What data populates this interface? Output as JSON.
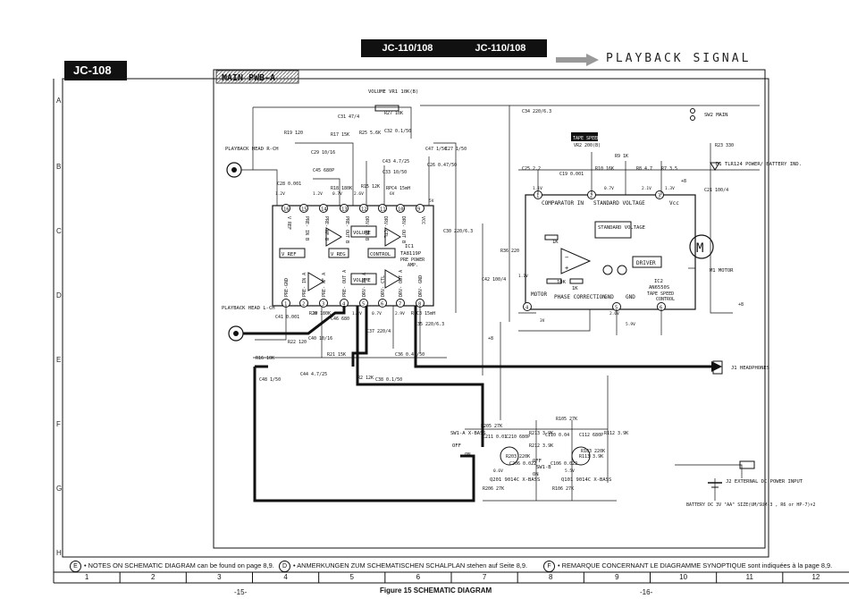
{
  "header": {
    "tab_left": "JC-110/108",
    "tab_right": "JC-110/108",
    "model": "JC-108",
    "section_title": "PLAYBACK SIGNAL",
    "board_label": "MAIN PWB-A"
  },
  "rows": [
    "A",
    "B",
    "C",
    "D",
    "E",
    "F",
    "G",
    "H"
  ],
  "columns": [
    "1",
    "2",
    "3",
    "4",
    "5",
    "6",
    "7",
    "8",
    "9",
    "10",
    "11",
    "12"
  ],
  "notes": {
    "en_mark": "E",
    "en": "• NOTES ON SCHEMATIC DIAGRAM can be found on page 8,9.",
    "de_mark": "D",
    "de": "• ANMERKUNGEN ZUM SCHEMATISCHEN SCHALPLAN stehen auf Seite 8,9.",
    "fr_mark": "F",
    "fr": "• REMARQUE CONCERNANT LE DIAGRAMME SYNOPTIQUE sont indiquées à la page 8,9."
  },
  "footer": {
    "page_left": "-15-",
    "caption": "Figure 15 SCHEMATIC DIAGRAM",
    "page_right": "-16-"
  },
  "ic1": {
    "name": "IC1",
    "part": "TA8119P",
    "desc1": "PRE POWER",
    "desc2": "AMP.",
    "top_pins": [
      "16",
      "15",
      "14",
      "13",
      "12",
      "11",
      "10",
      "9"
    ],
    "bottom_pins": [
      "1",
      "2",
      "3",
      "4",
      "5",
      "6",
      "7",
      "8"
    ],
    "top_labels": [
      "V REF",
      "PRE- IN B",
      "PRE- NF B",
      "PRE- OUT B",
      "DRV- IN B",
      "DRV- CTL",
      "DRV- OUT B",
      "VCC"
    ],
    "bottom_labels": [
      "PRE-GND",
      "PRE- IN A",
      "PRE- NF A",
      "PRE- OUT A",
      "DRV- IN A",
      "DRV- CTL",
      "DRV- OUT A",
      "DRV- GND"
    ],
    "blocks": [
      "V REF",
      "VOLUME",
      "V REG",
      "CONTROL",
      "VOLUME"
    ]
  },
  "ic2": {
    "name": "IC2",
    "part": "AN6550S",
    "desc1": "TAPE SPEED",
    "desc2": "CONTROL",
    "top_pins": [
      "1",
      "2",
      "3"
    ],
    "bottom_pins": [
      "4",
      "5",
      "6"
    ],
    "labels": [
      "COMPARATOR IN",
      "STANDARD VOLTAGE",
      "Vcc",
      "MOTOR",
      "PHASE CORRECTION",
      "GND",
      "GND"
    ],
    "blocks": [
      "STANDARD VOLTAGE",
      "DRIVER"
    ],
    "resistors": [
      "1K",
      "10K",
      "1K"
    ]
  },
  "labels": {
    "pb_head_r": "PLAYBACK HEAD R-CH",
    "pb_head_l": "PLAYBACK HEAD L-CH",
    "volume": "VOLUME VR1 10K(B)",
    "tape_speed": "TAPE SPEED",
    "sw2": "SW2 MAIN",
    "d1": "D1 TLR124 POWER/ BATTERY IND.",
    "motor": "M1 MOTOR",
    "motor_symbol": "M",
    "headphones": "J1 HEADPHONES",
    "external": "J2 EXTERNAL DC POWER INPUT",
    "battery": "BATTERY DC 3V \"AA\" SIZE(UM/SUM-3 , R6 or HP-7)×2",
    "sw1a": "SW1-A X-BASS",
    "sw1b": "SW1-B",
    "on": "ON",
    "off": "OFF",
    "q201": "Q201 9014C X-BASS",
    "q101": "Q101 9014C X-BASS",
    "plus8": "+8"
  },
  "components": {
    "top": [
      "C31 47/4",
      "R27 10K",
      "C32 0.1/50",
      "R25 5.6K",
      "R17 15K",
      "R19 120",
      "C29 10/16",
      "C45 680P",
      "C28 0.001",
      "R18 180K",
      "C43 4.7/25",
      "C33 10/50",
      "RPC4 15mH",
      "C27 1/50",
      "C26 0.47/50",
      "C25 2.2",
      "C19 0.001",
      "R10 16K",
      "VR2 200(B)",
      "R9 1K",
      "R8 4.7",
      "R7 3.5",
      "R23 330",
      "C34 220/6.3",
      "C21 100/4",
      "C41 0.001",
      "R20 180K",
      "C46 680",
      "C40 10/16",
      "R22 120",
      "R21 15K",
      "C37 220/4",
      "C35 220/6.3",
      "C36 0.47/50",
      "R16 10K",
      "C48 1/50",
      "C44 4.7/25",
      "C38 0.1/50",
      "R2 12K",
      "R36 220",
      "C42 100/4",
      "C30 220/6.3",
      "C47 1/50",
      "R15 12K",
      "RPC3 15mH"
    ],
    "bass": [
      "R205 27K",
      "C211 0.01",
      "C210 680P",
      "R213 3.9K",
      "C206 0.022",
      "R203 220K",
      "R206 27K",
      "R105 27K",
      "C110 0.04",
      "C112 680P",
      "R113 3.9K",
      "C106 0.022",
      "R103 220K",
      "R106 27K",
      "R212 3.9K",
      "R112 3.9K"
    ]
  },
  "voltages": [
    "1.2V",
    "1.2V",
    "0.7V",
    "2.6V",
    "6V",
    "5V",
    "3V",
    "1.2V",
    "0.7V",
    "2.9V",
    "1.1V",
    "0.7V",
    "2.1V",
    "1.3V",
    "1.1V",
    "3V",
    "2.6V",
    "5.9V",
    "0.6V",
    "5.5V"
  ]
}
